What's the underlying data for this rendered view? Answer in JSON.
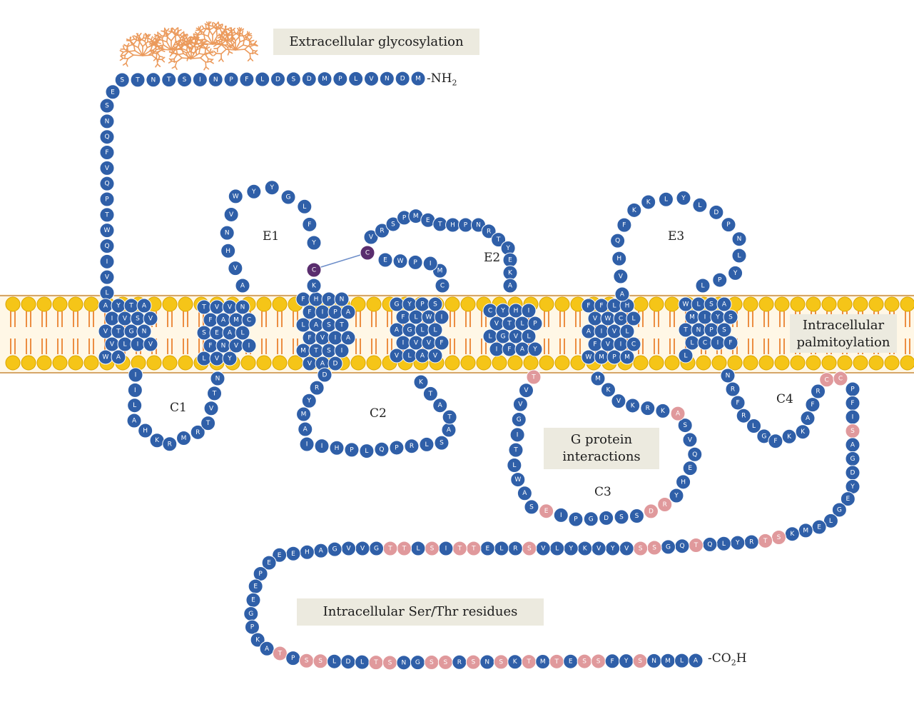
{
  "labels": {
    "glycosylation": "Extracellular glycosylation",
    "palmitoylation_1": "Intracellular",
    "palmitoylation_2": "palmitoylation",
    "gprotein_1": "G protein",
    "gprotein_2": "interactions",
    "sertrh": "Intracellular Ser/Thr residues",
    "nterm": "-NH",
    "nterm_sub": "2",
    "cterm_pre": "-CO",
    "cterm_sub": "2",
    "cterm_post": "H"
  },
  "loops": {
    "E1": "E1",
    "E2": "E2",
    "E3": "E3",
    "C1": "C1",
    "C2": "C2",
    "C3": "C3",
    "C4": "C4"
  },
  "colors": {
    "residue_blue": "#2f5fa8",
    "residue_pink": "#e0999c",
    "residue_cys": "#5a2d6e",
    "lipid_head": "#f5c518",
    "lipid_tail": "#e8731a",
    "glycan": "#eb9a5c",
    "label_box": "#eceadf"
  },
  "sequence": {
    "n_terminal_tail": "MDNVLPMDSDLFPNISTNTSESNQFVQPTWQIVL",
    "e1_loop": "AVHNVWYYGLFY",
    "e1_cys": "C",
    "e2_loop_a": "VRSPMETHPNRTYEKA",
    "e2_loop_b": "EWPIMC",
    "c1_loop": "IILAHKRMRTVTN",
    "c2_loop": "DRYMAIIHPLQPRLSATATK",
    "c3_loop_a": "TVVGITLWASEIPGDSSDRYHEQVSAKRKVKM",
    "c4_loop": "NRFRLGFKKAFRCC",
    "ct_tail_a": "PFISAGDYEGLEMKSTRYLQTQGSSVYVKYLVSRLETTISLTTGVVGAHEEEPEEGPKATPSSLDLTSNGSSRSNSKTMTESSFYSNMLA",
    "helix_tm1": "AYTAIVSVVTGNVLIVWA",
    "helix_tm2": "TVVNFAMCSEALFNVILVY",
    "helix_tm3": "FHPNFIPALASTFVIAMTSIVAD",
    "helix_tm4": "GYPSFLWIAGLLIVVFVLAV",
    "helix_tm5": "CYHIVTLPLGVLIFAY",
    "helix_tm6": "FFLHVWCLAIVLFVICWMPM",
    "helix_tm7": "WLSAMIYSTNPSLCIFL"
  }
}
